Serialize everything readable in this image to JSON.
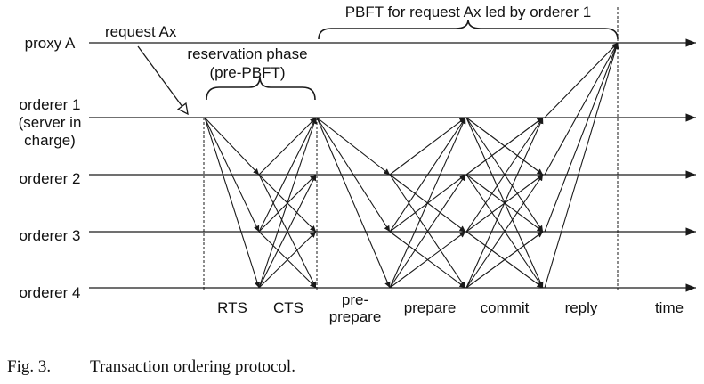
{
  "timelines": [
    {
      "lines": [
        "proxy A"
      ]
    },
    {
      "lines": [
        "orderer 1",
        "(server in",
        "charge)"
      ]
    },
    {
      "lines": [
        "orderer 2"
      ]
    },
    {
      "lines": [
        "orderer 3"
      ]
    },
    {
      "lines": [
        "orderer 4"
      ]
    }
  ],
  "annotations": {
    "request": "request Ax",
    "reservation_line1": "reservation phase",
    "reservation_line2": "(pre-PBFT)",
    "pbft": "PBFT for request Ax led by orderer 1"
  },
  "phases": {
    "rts": "RTS",
    "cts": "CTS",
    "preprepare_line1": "pre-",
    "preprepare_line2": "prepare",
    "prepare": "prepare",
    "commit": "commit",
    "reply": "reply",
    "time": "time"
  },
  "caption": {
    "figure": "Fig. 3.",
    "text": "Transaction ordering protocol."
  }
}
